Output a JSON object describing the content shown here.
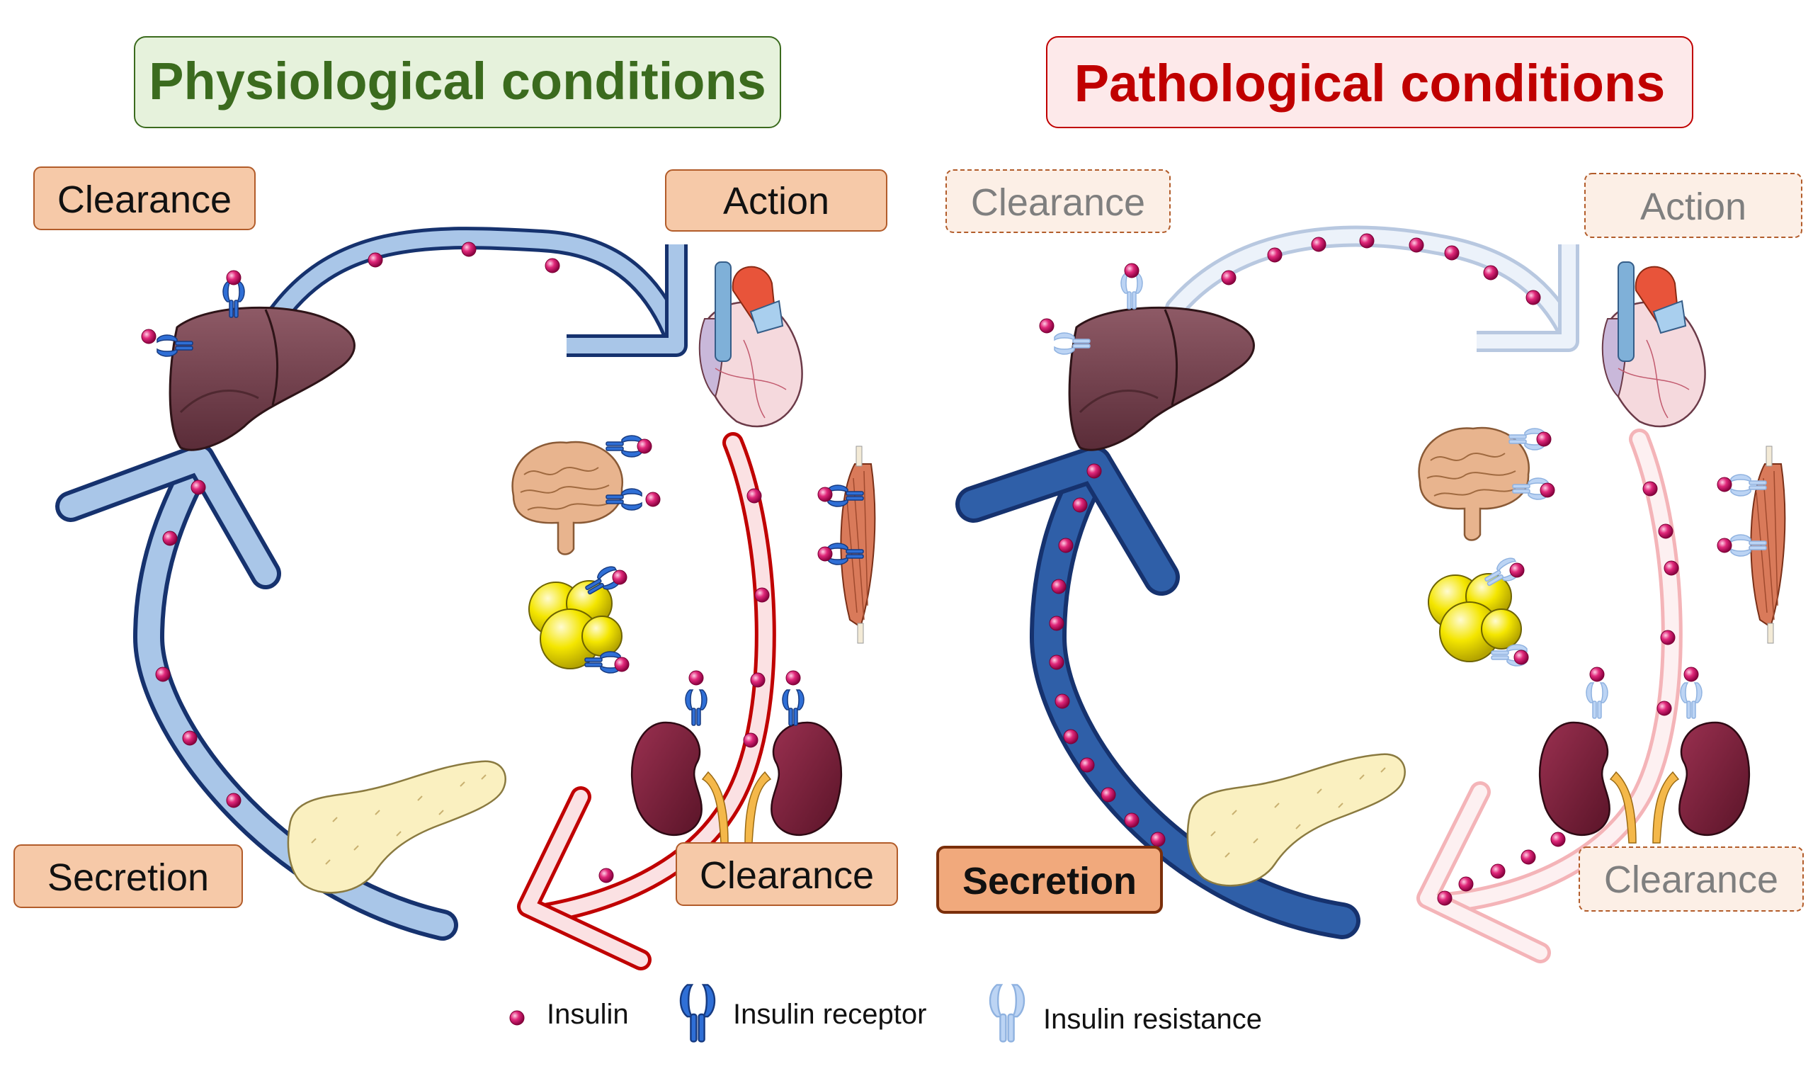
{
  "panels": {
    "physiological": {
      "title": "Physiological conditions",
      "labels": {
        "clearance_top": "Clearance",
        "action": "Action",
        "secretion": "Secretion",
        "clearance_bottom": "Clearance"
      }
    },
    "pathological": {
      "title": "Pathological conditions",
      "labels": {
        "clearance_top": "Clearance",
        "action": "Action",
        "secretion": "Secretion",
        "clearance_bottom": "Clearance"
      }
    }
  },
  "legend": {
    "insulin": "Insulin",
    "receptor": "Insulin receptor",
    "resistance": "Insulin resistance"
  },
  "colors": {
    "physio_title_text": "#3b6b1e",
    "physio_title_bg": "#e6f2dc",
    "patho_title_text": "#c00000",
    "patho_title_bg": "#fde9ea",
    "label_bg": "#f6c9a8",
    "label_border": "#b25c2a",
    "arc_blue": "#a9c6e8",
    "arc_blue_border": "#16326e",
    "arc_red": "#fbe1e3",
    "arc_red_border": "#c00000",
    "insulin_dot": "#e0287a",
    "receptor": "#2f6fd6",
    "resistance": "#a9c6f0"
  },
  "icons": [
    "liver-icon",
    "heart-icon",
    "brain-icon",
    "muscle-icon",
    "fat-cells-icon",
    "kidneys-icon",
    "pancreas-icon",
    "insulin-dot-icon",
    "insulin-receptor-icon",
    "insulin-resistance-icon"
  ]
}
